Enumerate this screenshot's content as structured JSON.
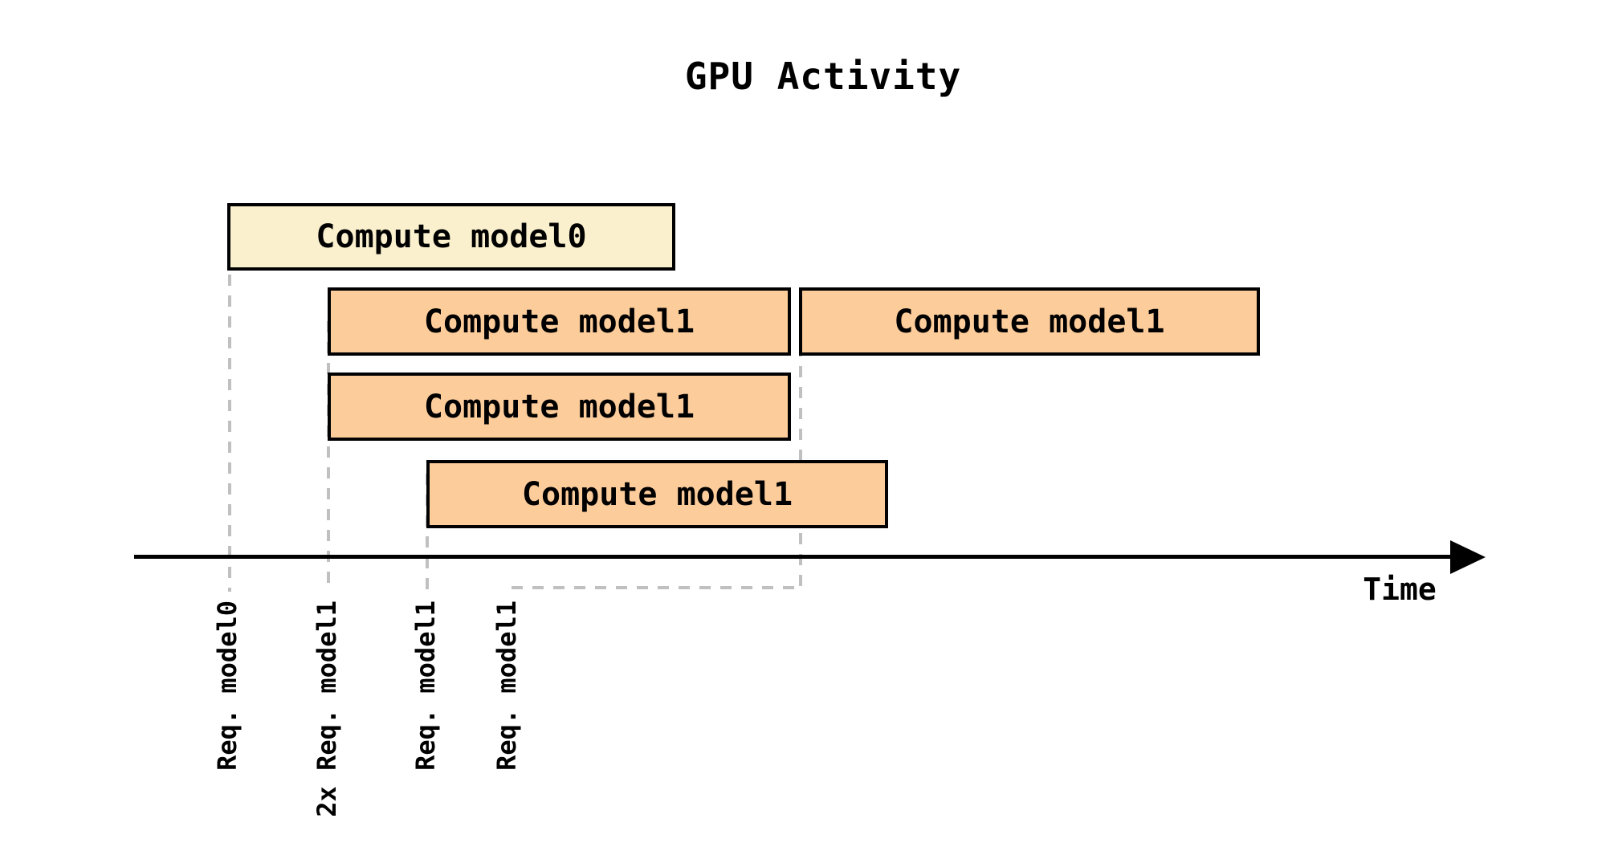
{
  "title": "GPU Activity",
  "axis": {
    "label": "Time"
  },
  "boxes": [
    {
      "id": "compute-model0",
      "label": "Compute model0",
      "model": "model0",
      "row": 1
    },
    {
      "id": "compute-model1-a",
      "label": "Compute model1",
      "model": "model1",
      "row": 2
    },
    {
      "id": "compute-model1-b",
      "label": "Compute model1",
      "model": "model1",
      "row": 2
    },
    {
      "id": "compute-model1-c",
      "label": "Compute model1",
      "model": "model1",
      "row": 3
    },
    {
      "id": "compute-model1-d",
      "label": "Compute model1",
      "model": "model1",
      "row": 4
    }
  ],
  "requests": [
    {
      "label": "Req. model0"
    },
    {
      "label": "2x Req. model1"
    },
    {
      "label": "Req. model1"
    },
    {
      "label": "Req. model1"
    }
  ],
  "colors": {
    "model0_fill": "#FAF0CD",
    "model1_fill": "#FDCC9B",
    "box_border": "#000000",
    "dashed_line": "#C0C0C0",
    "text": "#000000",
    "background": "#FFFFFF"
  }
}
